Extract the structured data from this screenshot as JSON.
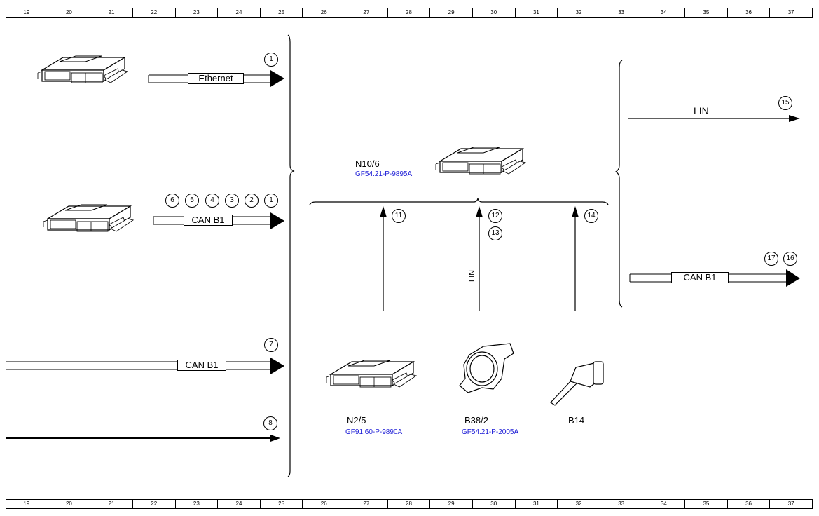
{
  "ruler": [
    "19",
    "20",
    "21",
    "22",
    "23",
    "24",
    "25",
    "26",
    "27",
    "28",
    "29",
    "30",
    "31",
    "32",
    "33",
    "34",
    "35",
    "36",
    "37"
  ],
  "buses": {
    "ethernet": "Ethernet",
    "can_b1_a": "CAN B1",
    "can_b1_b": "CAN B1",
    "can_b1_c": "CAN B1",
    "lin_right": "LIN",
    "lin_vertical": "LIN"
  },
  "components": {
    "n10_6": {
      "label": "N10/6",
      "ref": "GF54.21-P-9895A"
    },
    "n2_5": {
      "label": "N2/5",
      "ref": "GF91.60-P-9890A"
    },
    "b38_2": {
      "label": "B38/2",
      "ref": "GF54.21-P-2005A"
    },
    "b14": {
      "label": "B14"
    }
  },
  "callouts": {
    "c1a": "1",
    "c6": "6",
    "c5": "5",
    "c4": "4",
    "c3": "3",
    "c2": "2",
    "c1b": "1",
    "c7": "7",
    "c8": "8",
    "c11": "11",
    "c12": "12",
    "c13": "13",
    "c14": "14",
    "c15": "15",
    "c17": "17",
    "c16": "16"
  },
  "colors": {
    "line": "#000000",
    "reference_link": "#1a1ad6"
  }
}
